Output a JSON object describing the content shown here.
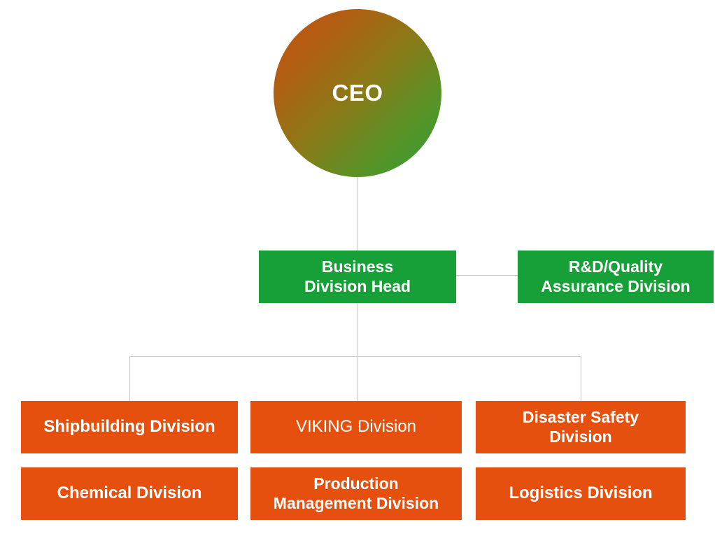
{
  "chart": {
    "type": "org-chart",
    "background_color": "#ffffff",
    "connector_color": "#c9c9c9",
    "colors": {
      "ceo_gradient_start": "#c2550f",
      "ceo_gradient_end": "#2fa037",
      "green_node": "#17a038",
      "orange_node": "#e6500f",
      "node_text": "#ffffff"
    }
  },
  "nodes": {
    "ceo": {
      "label": "CEO",
      "shape": "circle",
      "level": 0
    },
    "business_division_head": {
      "label": "Business\nDivision Head",
      "shape": "rectangle",
      "color": "green",
      "level": 1
    },
    "rd_quality_assurance": {
      "label": "R&D/Quality\nAssurance Division",
      "shape": "rectangle",
      "color": "green",
      "level": 1
    },
    "shipbuilding": {
      "label": "Shipbuilding Division",
      "shape": "rectangle",
      "color": "orange",
      "level": 2
    },
    "viking": {
      "label": "VIKING Division",
      "shape": "rectangle",
      "color": "orange",
      "level": 2
    },
    "disaster_safety": {
      "label": "Disaster Safety\nDivision",
      "shape": "rectangle",
      "color": "orange",
      "level": 2
    },
    "chemical": {
      "label": "Chemical Division",
      "shape": "rectangle",
      "color": "orange",
      "level": 3
    },
    "production_management": {
      "label": "Production\nManagement Division",
      "shape": "rectangle",
      "color": "orange",
      "level": 3
    },
    "logistics": {
      "label": "Logistics Division",
      "shape": "rectangle",
      "color": "orange",
      "level": 3
    }
  },
  "edges": [
    {
      "from": "ceo",
      "to": "business_division_head"
    },
    {
      "from": "business_division_head",
      "to": "rd_quality_assurance"
    },
    {
      "from": "business_division_head",
      "to": "shipbuilding"
    },
    {
      "from": "business_division_head",
      "to": "viking"
    },
    {
      "from": "business_division_head",
      "to": "disaster_safety"
    }
  ]
}
